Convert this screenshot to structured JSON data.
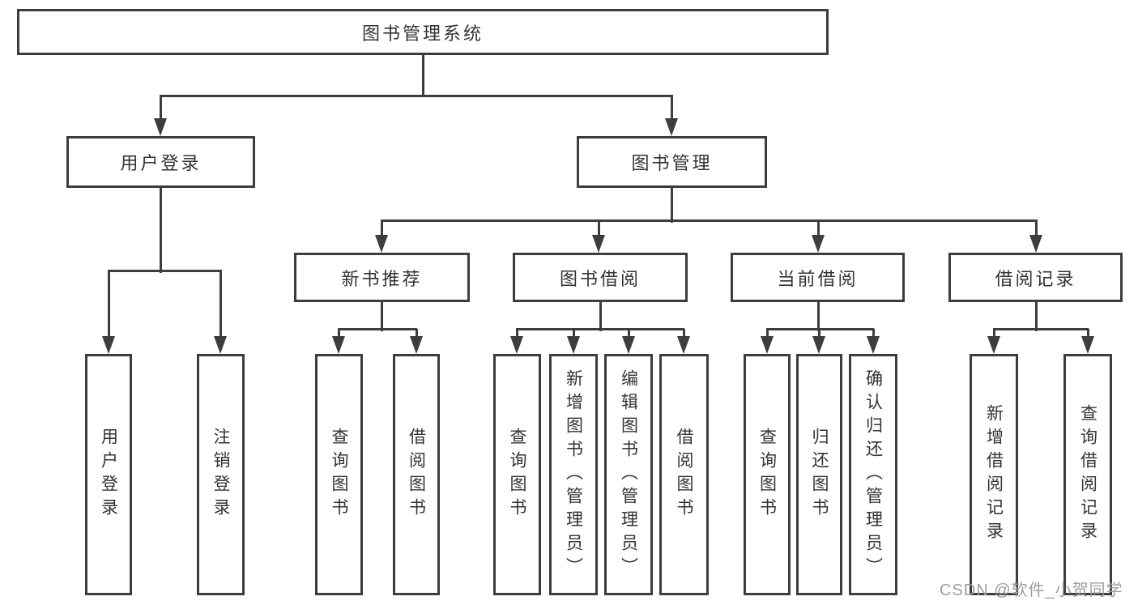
{
  "diagram": {
    "root": "图书管理系统",
    "level2": [
      {
        "label": "用户登录",
        "leaves": [
          "用户登录",
          "注销登录"
        ]
      },
      {
        "label": "图书管理",
        "groups": [
          {
            "label": "新书推荐",
            "leaves": [
              "查询图书",
              "借阅图书"
            ]
          },
          {
            "label": "图书借阅",
            "leaves": [
              "查询图书",
              "新增图书（管理员）",
              "编辑图书（管理员）",
              "借阅图书"
            ]
          },
          {
            "label": "当前借阅",
            "leaves": [
              "查询图书",
              "归还图书",
              "确认归还（管理员）"
            ]
          },
          {
            "label": "借阅记录",
            "leaves": [
              "新增借阅记录",
              "查询借阅记录"
            ]
          }
        ]
      }
    ]
  },
  "watermark": "CSDN @软件_小贺同学",
  "colors": {
    "line": "#3d3d3d",
    "text": "#333333",
    "box_fill": "#ffffff",
    "watermark": "#9e9e9e",
    "background": "#ffffff"
  }
}
